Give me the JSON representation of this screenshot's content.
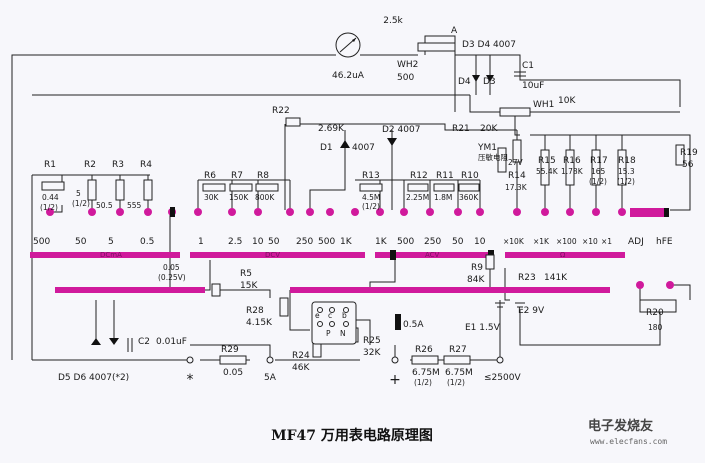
{
  "title": "MF47 万用表电路原理图",
  "watermark": {
    "main": "电子发烧友",
    "sub": "www.elecfans.com"
  },
  "meter": {
    "value": "46.2uA"
  },
  "top": {
    "pot": "2.5k",
    "node_a": "A",
    "diodes": "D3 D4 4007",
    "wh2": "WH2",
    "wh2_val": "500",
    "d4": "D4",
    "d3": "D3",
    "c1": "C1",
    "c1_val": "10uF",
    "wh1": "WH1",
    "wh1_val": "10K"
  },
  "mid": {
    "r22": "R22",
    "r22_val": "2.69K",
    "d1": "D1",
    "d1_type": "4007",
    "d2": "D2 4007",
    "r21": "R21",
    "r21_val": "20K",
    "ym1": "YM1",
    "ym1_note": "压敏电阻",
    "ym1_v": "27V"
  },
  "resistors": {
    "r1": "R1",
    "r1_val": "0.44",
    "r1_sub": "(1/2)",
    "r2": "R2",
    "r2_val": "5",
    "r2_sub": "(1/2)",
    "r3": "R3",
    "r3_val": "50.5",
    "r4": "R4",
    "r4_val": "555",
    "r6": "R6",
    "r6_val": "30K",
    "r7": "R7",
    "r7_val": "150K",
    "r8": "R8",
    "r8_val": "800K",
    "r13": "R13",
    "r13_val": "4.5M",
    "r13_sub": "(1/2)",
    "r12": "R12",
    "r12_val": "2.25M",
    "r11": "R11",
    "r11_val": "1.8M",
    "r10": "R10",
    "r10_val": "360K",
    "r14": "R14",
    "r14_val": "17.3K",
    "r15": "R15",
    "r15_val": "55.4K",
    "r16": "R16",
    "r16_val": "1.78K",
    "r17": "R17",
    "r17_val": "165",
    "r17_sub": "(1/2)",
    "r18": "R18",
    "r18_val": "15.3",
    "r18_sub": "(1/2)",
    "r19": "R19",
    "r19_val": "56"
  },
  "scales": {
    "ma": [
      "500",
      "50",
      "5",
      "0.5"
    ],
    "dcv": [
      "1",
      "2.5",
      "10",
      "50",
      "250",
      "500",
      "1K"
    ],
    "acv": [
      "1K",
      "500",
      "250",
      "50",
      "10"
    ],
    "ohm": [
      "×10K",
      "×1K",
      "×100",
      "×10",
      "×1"
    ],
    "adj": "ADJ",
    "hfe": "hFE",
    "bar1": "DCmA",
    "bar2": "DCV",
    "bar3": "ACV",
    "bar4": "Ω",
    "v005": "0.05",
    "v025": "(0.25V)"
  },
  "lower": {
    "r5": "R5",
    "r5_val": "15K",
    "r9": "R9",
    "r9_val": "84K",
    "r23": "R23",
    "r23_val": "141K",
    "r28": "R28",
    "r28_val": "4.15K",
    "c2": "C2",
    "c2_val": "0.01uF",
    "r29": "R29",
    "r29_val": "0.05",
    "fuse": "0.5A",
    "r24": "R24",
    "r24_val": "46K",
    "r25": "R25",
    "r25_val": "32K",
    "r26": "R26",
    "r26_val": "6.75M",
    "r26_sub": "(1/2)",
    "r27": "R27",
    "r27_val": "6.75M",
    "r27_sub": "(1/2)",
    "e1": "E1 1.5V",
    "e2": "E2 9V",
    "r20": "R20",
    "r20_val": "180",
    "d56": "D5 D6 4007(*2)",
    "star": "*",
    "term5a": "5A",
    "plus": "+",
    "term2500": "≤2500V",
    "pnp_p": "P",
    "pnp_n": "N",
    "sock_e": "e",
    "sock_c": "c",
    "sock_b": "b"
  }
}
